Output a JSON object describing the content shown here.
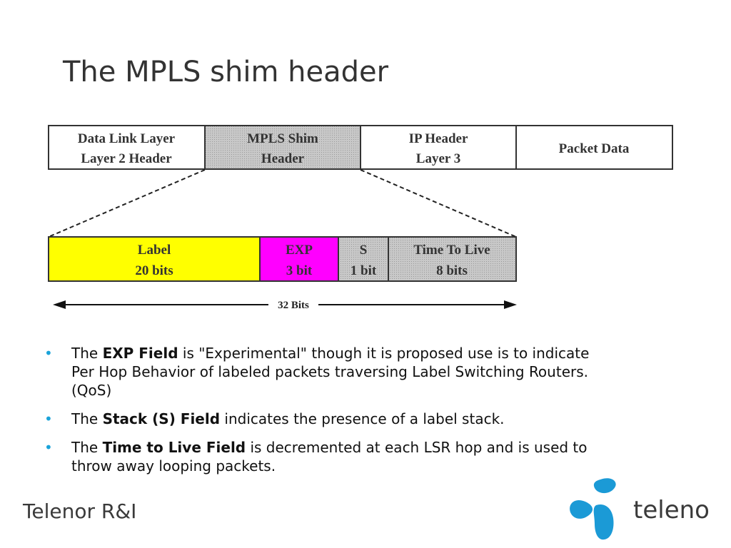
{
  "title": "The MPLS shim header",
  "top_row": [
    {
      "line1": "Data Link Layer",
      "line2": "Layer 2 Header",
      "fill": "#ffffff"
    },
    {
      "line1": "MPLS Shim",
      "line2": "Header",
      "fill": "#c8c8c8"
    },
    {
      "line1": "IP Header",
      "line2": "Layer 3",
      "fill": "#ffffff"
    },
    {
      "line1": "Packet Data",
      "line2": "",
      "fill": "#ffffff"
    }
  ],
  "shim_row": [
    {
      "line1": "Label",
      "line2": "20 bits",
      "fill": "#ffff00"
    },
    {
      "line1": "EXP",
      "line2": "3 bit",
      "fill": "#ff00ff"
    },
    {
      "line1": "S",
      "line2": "1 bit",
      "fill": "#c8c8c8"
    },
    {
      "line1": "Time To Live",
      "line2": "8 bits",
      "fill": "#c8c8c8"
    }
  ],
  "width_label": "32 Bits",
  "bullets": [
    {
      "pre": "The ",
      "bold": "EXP Field",
      "post": " is \"Experimental\" though it is proposed use is to indicate Per Hop Behavior of labeled packets traversing Label Switching Routers. (QoS)"
    },
    {
      "pre": "The ",
      "bold": "Stack (S) Field",
      "post": " indicates the presence of a label stack."
    },
    {
      "pre": "The ",
      "bold": "Time to Live Field",
      "post": " is decremented at each LSR hop and is used to throw away looping packets."
    }
  ],
  "bullet_symbol": "•",
  "footer_left": "Telenor R&I",
  "logo_text": "telenor",
  "colors": {
    "accent": "#1aa3d9",
    "logo_blue": "#1b9ad6"
  }
}
